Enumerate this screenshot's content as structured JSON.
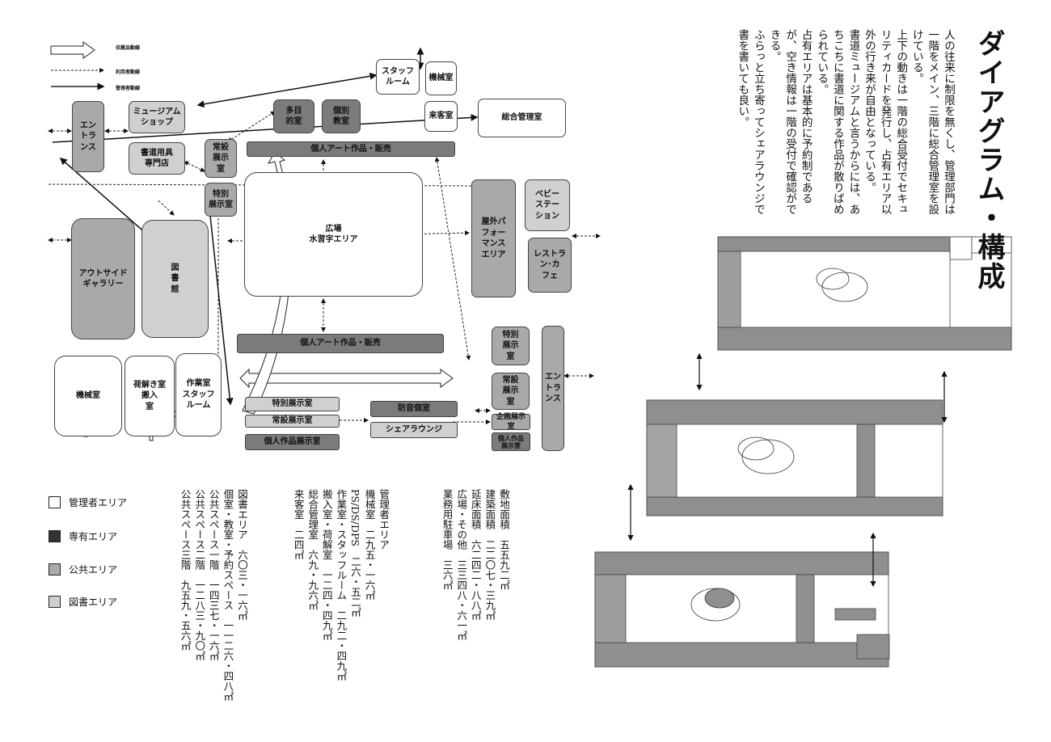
{
  "title": "ダイアグラム・構成",
  "description": "人の往来に制限を無くし、管理部門は一階をメイン、三階に総合管理室を設けている。\n上下の動きは一階の総合受付でセキュリティカードを発行し、占有エリア以外の行き来が自由となっている。\n書道ミュージアムと言うからには、あちこちに書道に関する作品が散りばめられている。\n占有エリアは基本的に予約制であるが、空き情報は一階の受付で確認ができる。\nふらっと立ち寄ってシェアラウンジで書を書いても良い。",
  "line_legend": [
    "収蔵品動線",
    "利用者動線",
    "管理者動線"
  ],
  "area_legend": [
    {
      "label": "管理者エリア",
      "color": "#ffffff"
    },
    {
      "label": "専有エリア",
      "color": "#333333"
    },
    {
      "label": "公共エリア",
      "color": "#a9a9a9"
    },
    {
      "label": "図書エリア",
      "color": "#d0d0d0"
    }
  ],
  "rooms": {
    "entrance_left": "エン\nトラ\nンス",
    "museum_shop": "ミュージアム\nショップ",
    "stationery": "書道用具\n専門店",
    "standing_exhibit_1": "常設\n展示\n室",
    "special_exhibit_1": "特別\n展示室",
    "reservation_room": "多目\n的室",
    "private_class": "個別\n教室",
    "staff_room": "スタッフ\nルーム",
    "machine_room_top": "機械室",
    "guest_room": "来客室",
    "general_management": "総合管理室",
    "art_sales_top": "個人アート作品・販売",
    "plaza": "広場\n水習字エリア",
    "outdoor_performance": "屋外パ\nフォー\nマンス\nエリア",
    "baby_station": "ベビー\nステー\nション",
    "restaurant": "レストラ\nン･カ\nフェ",
    "outside_gallery": "アウトサイド\nギャラリー",
    "library": "図\n書\n館",
    "art_sales_bottom": "個人アート作品・販売",
    "machine_room_bottom": "機械室",
    "unpacking": "荷解き室\n搬入\n室",
    "workroom": "作業室\nスタッフ\nルーム",
    "special_exhibit_2": "特別\n展示\n室",
    "standing_exhibit_2": "常設\n展示\n室",
    "entrance_right": "エン\nトランス",
    "special_exhibit_3": "特別展示室",
    "standing_exhibit_3": "常設展示室",
    "private_exhibit": "個人作品展示室",
    "soundproof": "防音個室",
    "share_lounge": "シェアラウンジ",
    "group_exhibit": "企画展示室",
    "private_works_exhibit": "個人作品\n展示室"
  },
  "stats_a": [
    "敷地面積　五五九二㎡",
    "建築面積　二二〇七・三九㎡",
    "延床面積　六二四二・八八㎡",
    "広場・その他　三三四八・六一㎡",
    "業務用駐車場　三六㎡"
  ],
  "stats_b": [
    "管理者エリア",
    "機械室　二九五・一六㎡",
    "PS/DS/DPS　二六・五二㎡",
    "作業室・スタッフルーム　二九二・四九㎡",
    "搬入室・荷解室　一二四・四九㎡",
    "総合管理室　六九・九六㎡",
    "来客室　二四㎡"
  ],
  "stats_c": [
    "図書エリア　六〇三・一六㎡",
    "個室・教室・予約スペース　一一二六・四八㎡",
    "公共スペース一階　一四三七・一六㎡",
    "公共スペース二階　一二八三・九〇㎡",
    "公共スペース三階　九五九・五六㎡"
  ]
}
